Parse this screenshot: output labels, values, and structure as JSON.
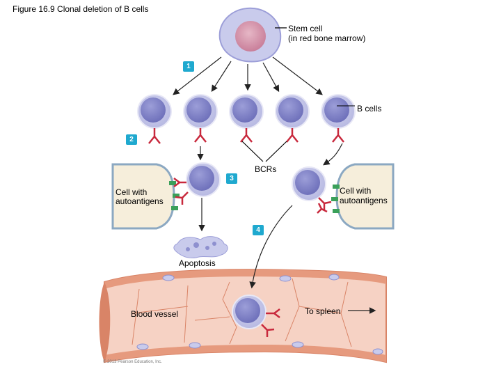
{
  "figure": {
    "title": "Figure 16.9 Clonal deletion of B cells",
    "copyright": "© 2013 Pearson Education, Inc."
  },
  "labels": {
    "stem_cell_line1": "Stem cell",
    "stem_cell_line2": "(in red bone marrow)",
    "b_cells": "B cells",
    "bcrs": "BCRs",
    "cell_autoantigens_left_line1": "Cell with",
    "cell_autoantigens_left_line2": "autoantigens",
    "cell_autoantigens_right_line1": "Cell with",
    "cell_autoantigens_right_line2": "autoantigens",
    "apoptosis": "Apoptosis",
    "blood_vessel": "Blood vessel",
    "to_spleen": "To spleen"
  },
  "steps": [
    "1",
    "2",
    "3",
    "4"
  ],
  "colors": {
    "b_cell_fill": "#b7b9e2",
    "b_cell_nucleus": "#7d7fc6",
    "bcr_red": "#c8283c",
    "step_badge": "#1fa9cf",
    "vessel_wall": "#e69a7e",
    "vessel_inner": "#f6d2c4",
    "autoantigen_green": "#3aa05a",
    "host_cell_fill": "#f6eedb"
  }
}
